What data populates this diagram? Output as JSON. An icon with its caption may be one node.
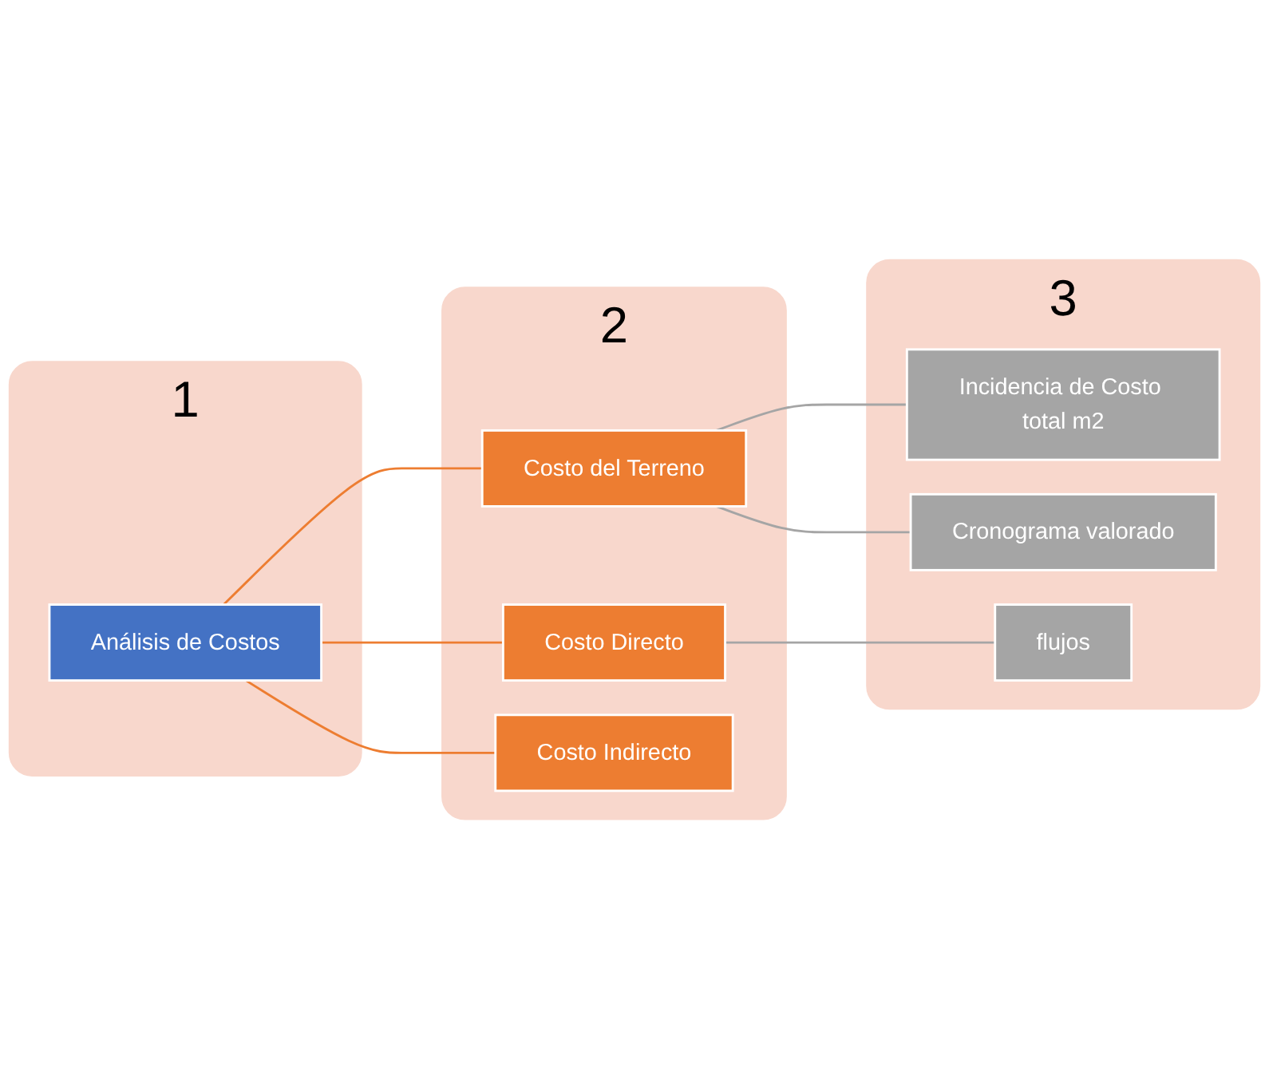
{
  "diagram": {
    "nodes": [
      {
        "text": [
          "1"
        ]
      },
      {
        "text": [
          "Análisis de Costos"
        ],
        "in": 0
      },
      {
        "text": [
          "2"
        ]
      },
      {
        "text": [
          "Costo del Terreno"
        ],
        "in": 2
      },
      {
        "text": [
          "Costo Directo"
        ],
        "in": 2
      },
      {
        "text": [
          "Costo Indirecto"
        ],
        "in": 2
      },
      {
        "text": [
          "3"
        ]
      },
      {
        "text": [
          "Incidencia de Costo total m2"
        ],
        "in": 6
      },
      {
        "text": [
          "Cronograma valorado"
        ],
        "in": 6
      },
      {
        "text": [
          "flujos"
        ],
        "in": 6
      }
    ],
    "edges": [
      {
        "from": 1,
        "to": 3,
        "arrow": "none",
        "color": "#ed7d31"
      },
      {
        "from": 1,
        "to": 4,
        "arrow": "none",
        "color": "#ed7d31"
      },
      {
        "from": 1,
        "to": 5,
        "arrow": "none",
        "color": "#ed7d31"
      },
      {
        "from": 3,
        "to": 7,
        "arrow": "none",
        "color": "#a5a5a5"
      },
      {
        "from": 3,
        "to": 8,
        "arrow": "none",
        "color": "#a5a5a5"
      },
      {
        "from": 4,
        "to": 9,
        "arrow": "none",
        "color": "#a5a5a5"
      }
    ]
  }
}
